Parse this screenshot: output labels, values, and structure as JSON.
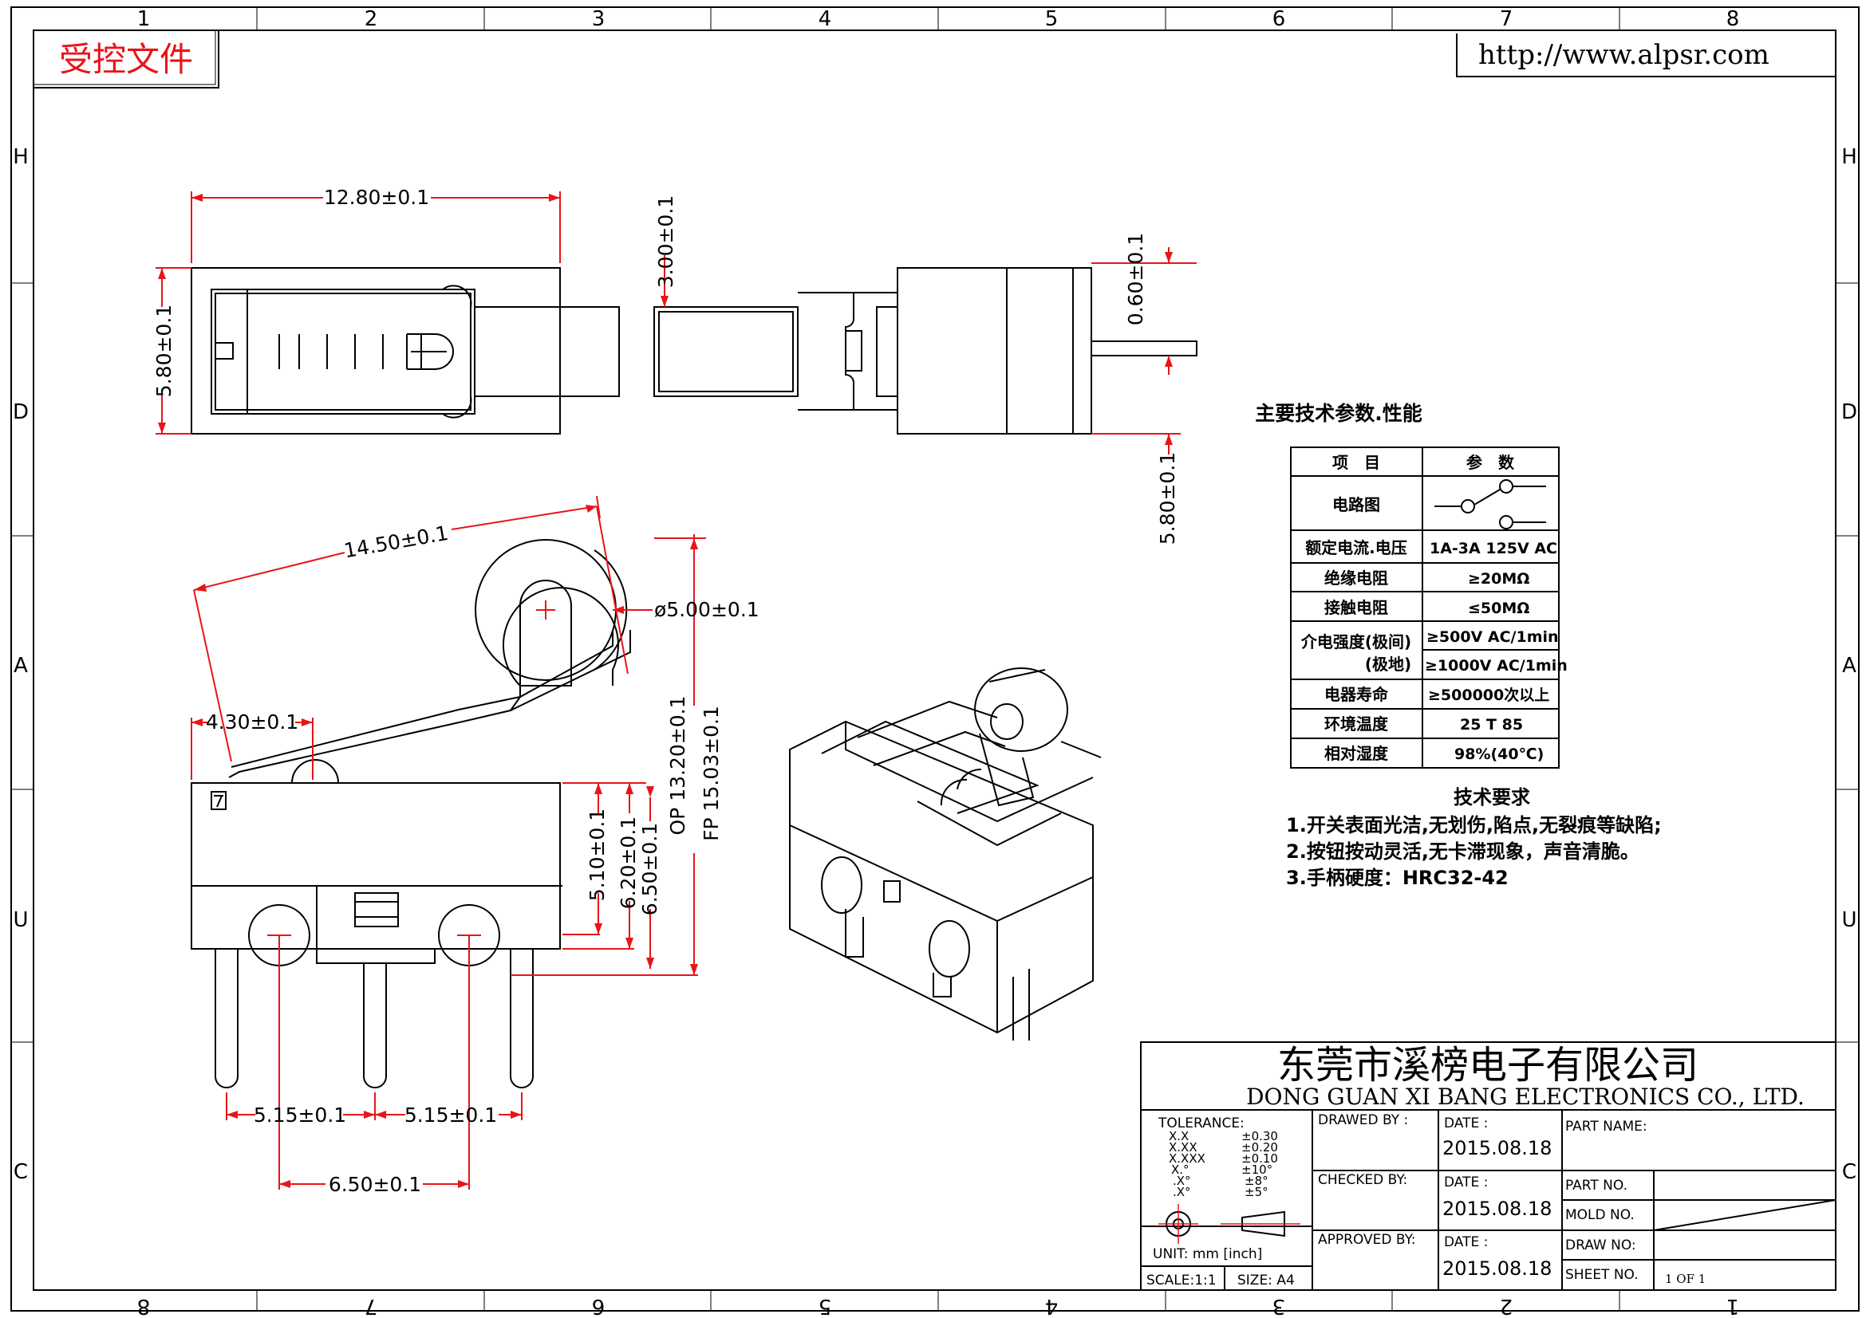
{
  "header": {
    "controlled_stamp": "受控文件",
    "website": "http://www.alpsr.com"
  },
  "border": {
    "top_numbers": [
      "1",
      "2",
      "3",
      "4",
      "5",
      "6",
      "7",
      "8"
    ],
    "bottom_numbers": [
      "8",
      "7",
      "6",
      "5",
      "4",
      "3",
      "2",
      "1"
    ],
    "side_letters": [
      "H",
      "D",
      "A",
      "U",
      "C"
    ]
  },
  "dimensions": {
    "top_width": "12.80±0.1",
    "top_height": "5.80±0.1",
    "side_height": "3.00±0.1",
    "pin_thickness": "0.60±0.1",
    "end_height": "5.80±0.1",
    "lever_length": "14.50±0.1",
    "roller_dia": "ø5.00±0.1",
    "lever_offset": "4.30±0.1",
    "dim_510": "5.10±0.1",
    "dim_620": "6.20±0.1",
    "dim_650v": "6.50±0.1",
    "op": "OP 13.20±0.1",
    "fp": "FP 15.03±0.1",
    "pitch_left": "5.15±0.1",
    "pitch_right": "5.15±0.1",
    "pitch_total": "6.50±0.1"
  },
  "specs": {
    "title": "主要技术参数.性能",
    "header_item": "项　目",
    "header_param": "参　数",
    "rows": [
      {
        "item": "电路图",
        "value": ""
      },
      {
        "item": "额定电流.电压",
        "value": "1A-3A 125V AC"
      },
      {
        "item": "绝缘电阻",
        "value": "≥20MΩ"
      },
      {
        "item": "接触电阻",
        "value": "≤50MΩ"
      },
      {
        "item": "介电强度(极间)",
        "value": "≥500V AC/1min"
      },
      {
        "item": "(极地)",
        "value": "≥1000V AC/1min"
      },
      {
        "item": "电器寿命",
        "value": "≥500000次以上"
      },
      {
        "item": "环境温度",
        "value": "25 T 85"
      },
      {
        "item": "相对湿度",
        "value": "98%(40℃)"
      }
    ]
  },
  "requirements": {
    "title": "技术要求",
    "items": [
      "1.开关表面光洁,无划伤,陷点,无裂痕等缺陷;",
      "2.按钮按动灵活,无卡滞现象，声音清脆。",
      "3.手柄硬度：HRC32-42"
    ]
  },
  "title_block": {
    "company_cn": "东莞市溪榜电子有限公司",
    "company_en": "DONG GUAN XI BANG ELECTRONICS CO., LTD.",
    "tolerance_label": "TOLERANCE:",
    "tol_keys": [
      "X.X",
      "X.XX",
      "X.XXX",
      "X.°",
      ".X°",
      ".X°"
    ],
    "tol_vals": [
      "±0.30",
      "±0.20",
      "±0.10",
      "±10°",
      "±8°",
      "±5°"
    ],
    "unit": "UNIT:  mm  [inch]",
    "scale": "SCALE:1:1",
    "size": "SIZE:  A4",
    "drawn_by": "DRAWED  BY :",
    "checked_by": "CHECKED  BY:",
    "approved_by": "APPROVED  BY:",
    "date_label": "DATE :",
    "date_drawn": "2015.08.18",
    "date_checked": "2015.08.18",
    "date_approved": "2015.08.18",
    "part_name": "PART  NAME:",
    "part_no": "PART  NO.",
    "mold_no": "MOLD  NO.",
    "draw_no": "DRAW  NO:",
    "sheet_no": "SHEET  NO.",
    "sheet_value": "1  OF  1"
  },
  "colors": {
    "line": "#000000",
    "dimension": "#e8141a",
    "stamp": "#e8141a"
  }
}
